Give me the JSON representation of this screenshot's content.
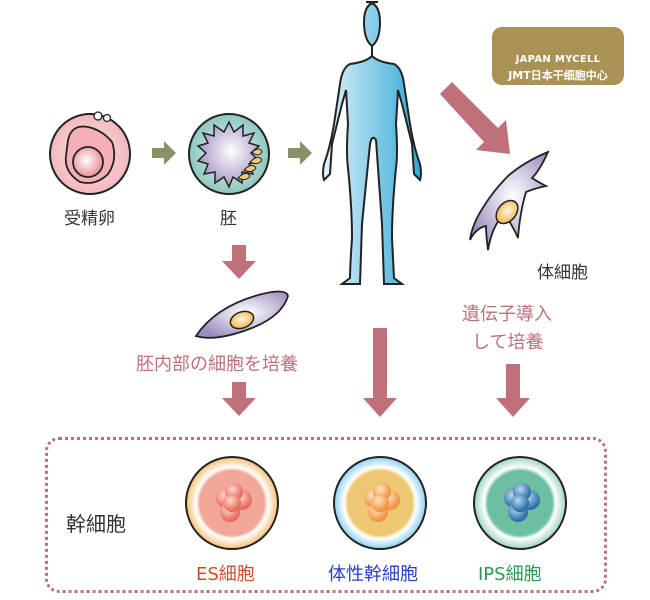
{
  "logo": {
    "line1": "JAPAN MYCELL",
    "line2": "JMT日本干细胞中心"
  },
  "stages": {
    "fertilized_egg": "受精卵",
    "embryo": "胚",
    "somatic_cell": "体細胞"
  },
  "processes": {
    "inner_culture": "胚内部の細胞を培養",
    "gene_intro_line1": "遺伝子導入",
    "gene_intro_line2": "して培養"
  },
  "stem_cells": {
    "title": "幹細胞",
    "items": [
      {
        "label": "ES細胞",
        "color": "#c8502a"
      },
      {
        "label": "体性幹細胞",
        "color": "#2a3fc8"
      },
      {
        "label": "IPS細胞",
        "color": "#2a9a50"
      }
    ]
  },
  "colors": {
    "arrow_green": "#8a9068",
    "arrow_pink": "#c0707a",
    "logo_bg": "#a99253"
  }
}
